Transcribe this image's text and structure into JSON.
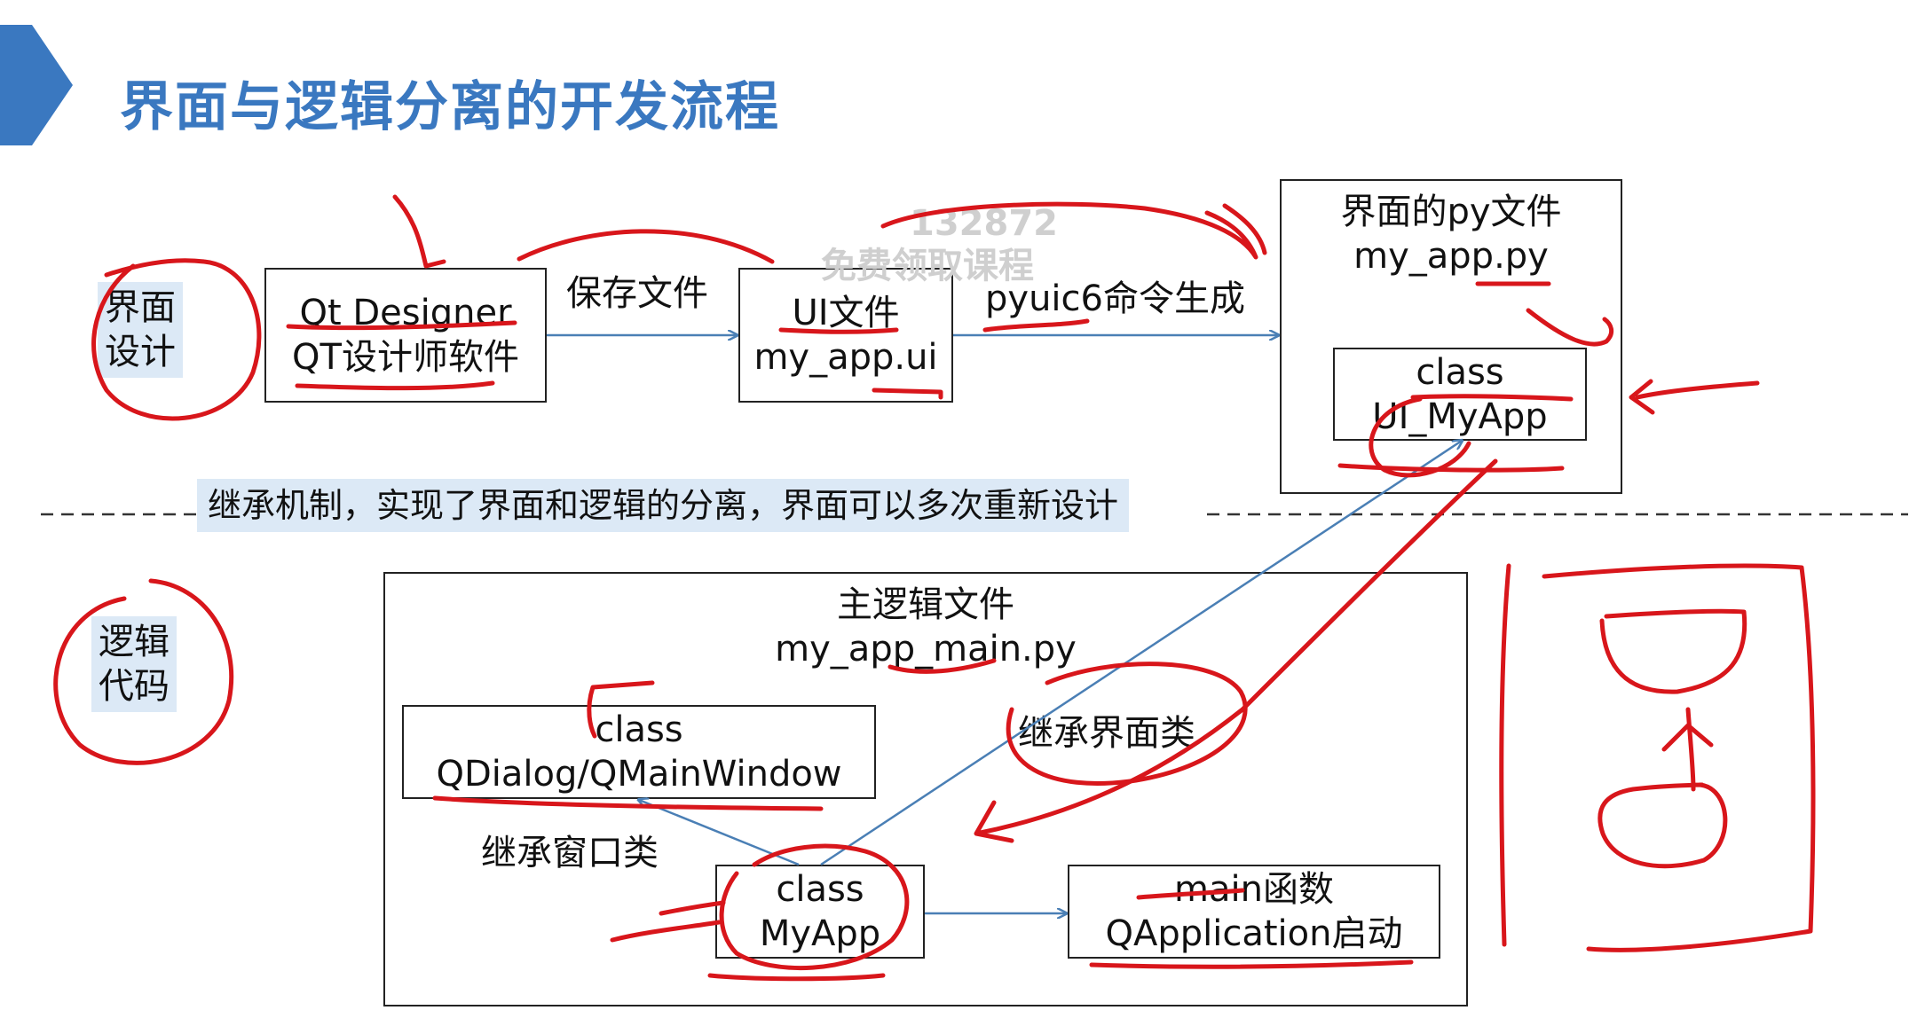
{
  "title": "界面与逻辑分离的开发流程",
  "sections": {
    "ui_design_l1": "界面",
    "ui_design_l2": "设计",
    "logic_code_l1": "逻辑",
    "logic_code_l2": "代码"
  },
  "nodes": {
    "qt_designer": {
      "line1": "Qt Designer",
      "line2": "QT设计师软件"
    },
    "ui_file": {
      "line1": "UI文件",
      "line2": "my_app.ui"
    },
    "py_file": {
      "line1": "界面的py文件",
      "line2": "my_app.py"
    },
    "ui_class": {
      "line1": "class",
      "line2": "UI_MyApp"
    },
    "main_file": {
      "line1": "主逻辑文件",
      "line2": "my_app_main.py"
    },
    "qdialog": {
      "line1": "class",
      "line2": "QDialog/QMainWindow"
    },
    "myapp": {
      "line1": "class",
      "line2": "MyApp"
    },
    "main_func": {
      "line1": "main函数",
      "line2": "QApplication启动"
    }
  },
  "edges": {
    "save_file": "保存文件",
    "pyuic": "pyuic6命令生成",
    "inherit_ui": "继承界面类",
    "inherit_window": "继承窗口类"
  },
  "note": "继承机制，实现了界面和逻辑的分离，界面可以多次重新设计",
  "watermark": {
    "line1": "132872",
    "line2": "免费领取课程"
  },
  "colors": {
    "title": "#3a78c0",
    "arrow": "#4a7fb5",
    "tag_bg": "#dce9f6",
    "annotation": "#d8161b"
  }
}
